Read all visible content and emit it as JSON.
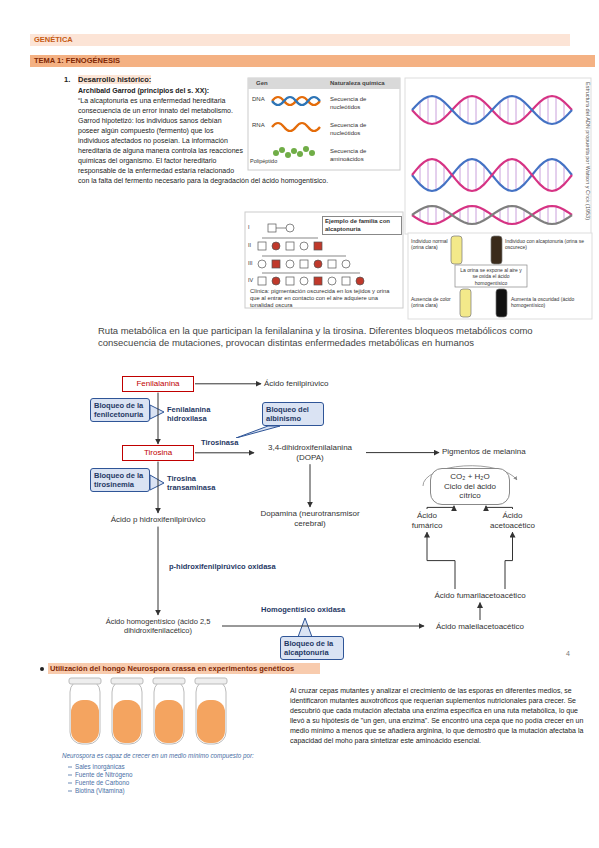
{
  "diagram": {
    "title": "GENÉTICA",
    "nodes": [
      {
        "text": [
          "Fenilalanina"
        ]
      },
      {
        "text": [
          "Ácido fenilpirúvico"
        ]
      },
      {
        "text": [
          "Tirosina"
        ]
      },
      {
        "text": [
          "3,4-dihidroxifenilalanina (DOPA)"
        ]
      },
      {
        "text": [
          "Pigmentos de melanina"
        ]
      },
      {
        "text": [
          "Dopamina (neurotransmisor cerebral)"
        ]
      },
      {
        "text": [
          "Ácido p hidroxifenilpirúvico"
        ]
      },
      {
        "text": [
          "Ácido homogentísico (ácido 2,5 dihidroxifenilacético)"
        ]
      },
      {
        "text": [
          "Ácido maleilacetoacético"
        ]
      },
      {
        "text": [
          "Ácido fumarilacetoacético"
        ]
      },
      {
        "text": [
          "Ácido fumárico"
        ]
      },
      {
        "text": [
          "Ácido acetoacético"
        ]
      },
      {
        "text": [
          "CO₂ + H₂O",
          "Ciclo del ácido cítrico"
        ]
      },
      {
        "text": [
          "Bloqueo de la fenilcetonuria"
        ]
      },
      {
        "text": [
          "Bloqueo del albinismo"
        ]
      },
      {
        "text": [
          "Bloqueo de la tirosinemia"
        ]
      },
      {
        "text": [
          "Bloqueo de la alcaptonuria"
        ]
      }
    ],
    "edges": [
      {
        "from": 0,
        "to": 1,
        "arrow": "to"
      },
      {
        "from": 0,
        "to": 2,
        "label": "Fenilalanina hidroxilasa",
        "arrow": "to"
      },
      {
        "from": 2,
        "to": 3,
        "label": "Tirosinasa",
        "arrow": "to"
      },
      {
        "from": 3,
        "to": 4,
        "arrow": "to"
      },
      {
        "from": 3,
        "to": 5,
        "arrow": "to"
      },
      {
        "from": 2,
        "to": 6,
        "label": "Tirosina transaminasa",
        "arrow": "to"
      },
      {
        "from": 6,
        "to": 7,
        "label": "p-hidroxifenilpirúvico oxidasa",
        "arrow": "to"
      },
      {
        "from": 7,
        "to": 8,
        "label": "Homogentísico oxidasa",
        "arrow": "to"
      },
      {
        "from": 8,
        "to": 9,
        "arrow": "to"
      },
      {
        "from": 9,
        "to": 10,
        "arrow": "to"
      },
      {
        "from": 9,
        "to": 11,
        "arrow": "to"
      },
      {
        "from": 10,
        "to": 12,
        "arrow": "to"
      },
      {
        "from": 11,
        "to": 12,
        "arrow": "to"
      }
    ],
    "labels": [
      "TEMA 1: FENOGÉNESIS",
      "1.",
      "Desarrollo histórico:",
      "Archibald Garrod (principios del s. XX):",
      "“La alcaptonuria es una enfermedad hereditaria consecuencia de un error innato del metabolismo.",
      "Garrod hipotetizó: los individuos sanos debían poseer algún compuesto (fermento) que los individuos afectados no poseían. La información hereditaria de alguna manera controla las reacciones químicas del organismo. El factor hereditario responsable de la enfermedad estaría relacionado con la falta del fermento necesario para la degradación del ácido homogentísico.",
      "Gen",
      "Naturaleza química",
      "DNA",
      "Secuencia de nucleótidos",
      "RNA",
      "Secuencia de nucleótidos",
      "Polipéptido",
      "Secuencia de aminoácidos",
      "Estructura del ADN propuesta por Watson y Crick (1953)",
      "Ejemplo de familia con alcaptonuria",
      "I",
      "II",
      "III",
      "IV",
      "Clínica: pigmentación oscurecida en los tejidos y orina que al entrar en contacto con el aire adquiere una tonalidad oscura",
      "Individuo normal (orina clara)",
      "Individuo con alcaptonuria (orina se oscurece)",
      "La orina se expone al aire y se oxida el ácido homogentísico",
      "Ausencia de color (orina clara)",
      "Aumenta la oscuridad (ácido homogentísico)",
      "Ruta metabólica en la que participan la fenilalanina y la tirosina. Diferentes bloqueos metabólicos como consecuencia de mutaciones, provocan distintas enfermedades metabólicas en humanos",
      "4",
      "Utilización del hongo Neurospora crassa en experimentos genéticos",
      "Neurospora es capaz de crecer en un medio mínimo compuesto por:",
      "Sales inorgánicas",
      "Fuente de Nitrógeno",
      "Fuente de Carbono",
      "Biotina (Vitamina)",
      "Al cruzar cepas mutantes y analizar el crecimiento de las esporas en diferentes medios, se identificaron mutantes auxotróficos que requerían suplementos nutricionales para crecer. Se descubrió que cada mutación afectaba una enzima específica en una ruta metabólica, lo que llevó a su hipótesis de \"un gen, una enzima\". Se encontró una cepa que no podía crecer en un medio mínimo a menos que se añadiera arginina, lo que demostró que la mutación afectaba la capacidad del moho para sintetizar este aminoácido esencial."
    ]
  }
}
